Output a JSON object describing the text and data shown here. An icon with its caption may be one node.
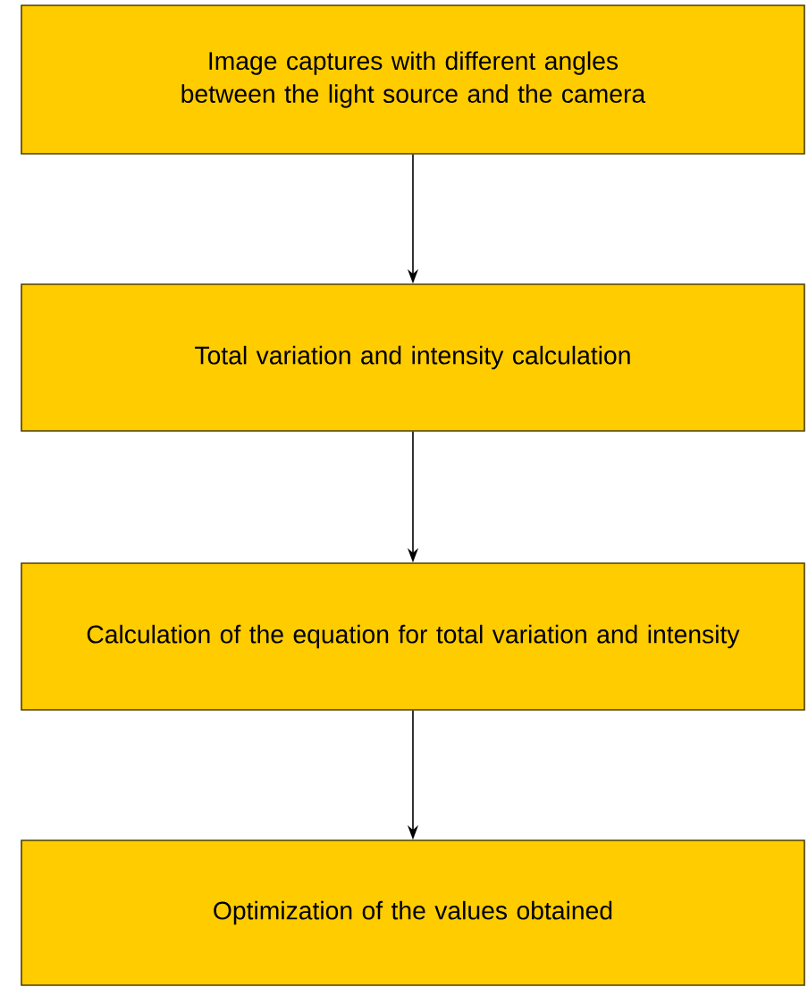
{
  "diagram": {
    "nodes": [
      {
        "text": [
          "Image captures with different angles between the light source and the camera"
        ]
      },
      {
        "text": [
          "Total variation and intensity calculation"
        ]
      },
      {
        "text": [
          "Calculation of the equation for total variation and intensity"
        ]
      },
      {
        "text": [
          "Optimization of the values obtained"
        ]
      }
    ],
    "edges": [
      {
        "from": 0,
        "to": 1,
        "arrow": "to"
      },
      {
        "from": 1,
        "to": 2,
        "arrow": "to"
      },
      {
        "from": 2,
        "to": 3,
        "arrow": "to"
      }
    ]
  }
}
